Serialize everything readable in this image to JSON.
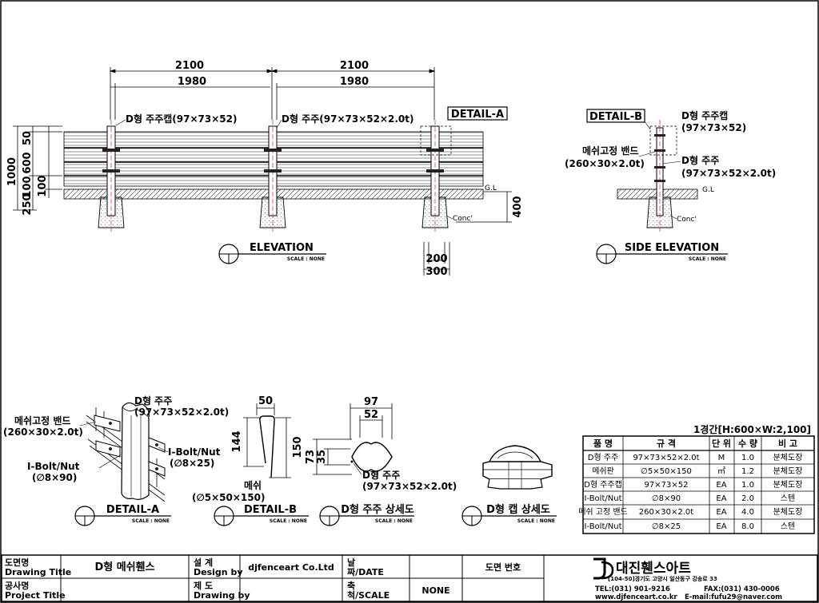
{
  "elevation": {
    "dim_span_outer": "2100",
    "dim_span_inner": "1980",
    "dim_span2_outer": "2100",
    "dim_span2_inner": "1980",
    "label_cap": "D형 주주캡(97×73×52)",
    "label_post": "D형 주주(97×73×52×2.0t)",
    "detail_a_tag": "DETAIL-A",
    "dim_left": [
      "1000",
      "50",
      "600",
      "100",
      "250",
      "100"
    ],
    "dim_right": "400",
    "gl": "G.L",
    "conc": "Conc'",
    "dim_bottom_inner": "200",
    "dim_bottom_outer": "300",
    "title": "ELEVATION",
    "scale": "SCALE : NONE"
  },
  "side_elevation": {
    "detail_b_tag": "DETAIL-B",
    "label_cap": "D형 주주캡",
    "label_cap_spec": "(97×73×52)",
    "label_band": "메쉬고정 밴드",
    "label_band_spec": "(260×30×2.0t)",
    "label_post": "D형 주주",
    "label_post_spec": "(97×73×52×2.0t)",
    "gl": "G.L",
    "conc": "Conc'",
    "title": "SIDE ELEVATION",
    "scale": "SCALE : NONE"
  },
  "detail_a": {
    "label_post": "D형 주주",
    "label_post_spec": "(97×73×52×2.0t)",
    "label_band": "메쉬고정 밴드",
    "label_band_spec": "(260×30×2.0t)",
    "label_bolt1": "I-Bolt/Nut",
    "label_bolt1_spec": "(∅8×25)",
    "label_bolt2": "I-Bolt/Nut",
    "label_bolt2_spec": "(∅8×90)",
    "title": "DETAIL-A",
    "scale": "SCALE : NONE"
  },
  "detail_b": {
    "dim_top": "50",
    "dim_left": "144",
    "dim_right": "150",
    "label_mesh": "메쉬",
    "label_mesh_spec": "(∅5×50×150)",
    "title": "DETAIL-B",
    "scale": "SCALE : NONE"
  },
  "post_detail": {
    "dim_top_outer": "97",
    "dim_top_inner": "52",
    "dim_left_outer": "73",
    "dim_left_inner": "35",
    "label": "D형 주주",
    "label_spec": "(97×73×52×2.0t)",
    "title": "D형 주주 상세도",
    "scale": "SCALE : NONE"
  },
  "cap_detail": {
    "title": "D형 캡 상세도",
    "scale": "SCALE : NONE"
  },
  "materials": {
    "caption": "1경간[H:600×W:2,100]",
    "headers": [
      "품 명",
      "규 격",
      "단 위",
      "수 량",
      "비 고"
    ],
    "rows": [
      [
        "D형 주주",
        "97×73×52×2.0t",
        "M",
        "1.0",
        "분체도장"
      ],
      [
        "메쉬판",
        "∅5×50×150",
        "㎡",
        "1.2",
        "분체도장"
      ],
      [
        "D형 주주캡",
        "97×73×52",
        "EA",
        "1.0",
        "분체도장"
      ],
      [
        "I-Bolt/Nut",
        "∅8×90",
        "EA",
        "2.0",
        "스텐"
      ],
      [
        "메쉬 고정 밴드",
        "260×30×2.0t",
        "EA",
        "4.0",
        "분체도장"
      ],
      [
        "I-Bolt/Nut",
        "∅8×25",
        "EA",
        "8.0",
        "스텐"
      ]
    ]
  },
  "title_block": {
    "drawing_title_ko": "도면명",
    "drawing_title_en": "Drawing Title",
    "drawing_title_value": "D형 메쉬휀스",
    "design_ko": "설 계",
    "design_en": "Design by",
    "design_value": "djfenceart Co.Ltd",
    "date_ko": "날",
    "date_en": "짜/DATE",
    "drawing_no": "도면 번호",
    "project_ko": "공사명",
    "project_en": "Project Title",
    "drawn_ko": "제 도",
    "drawn_en": "Drawing by",
    "scale_ko": "축",
    "scale_en": "척/SCALE",
    "scale_value": "NONE",
    "company_name": "대진휀스아트",
    "company_address": "[104-50]경기도 고양시 일산동구 강송로 33",
    "company_tel": "TEL:(031) 901-9216",
    "company_fax": "FAX:(031) 430-0006",
    "company_web": "www.djfenceart.co.kr",
    "company_email": "E-mail:fufu29@naver.com"
  }
}
